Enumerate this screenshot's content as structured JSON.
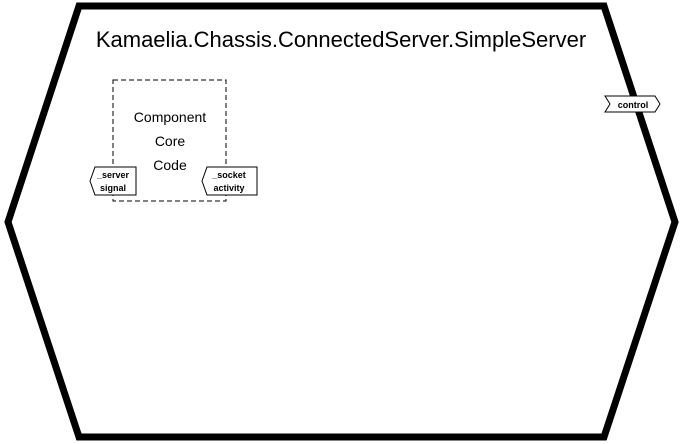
{
  "diagram": {
    "title": "Kamaelia.Chassis.ConnectedServer.SimpleServer",
    "core": {
      "line1": "Component",
      "line2": "Core",
      "line3": "Code"
    },
    "inbox": {
      "label": "control"
    },
    "outboxes": [
      {
        "line1": "_server",
        "line2": "signal"
      },
      {
        "line1": "_socket",
        "line2": "activity"
      }
    ]
  },
  "colors": {
    "stroke": "#000000",
    "background": "#ffffff"
  }
}
